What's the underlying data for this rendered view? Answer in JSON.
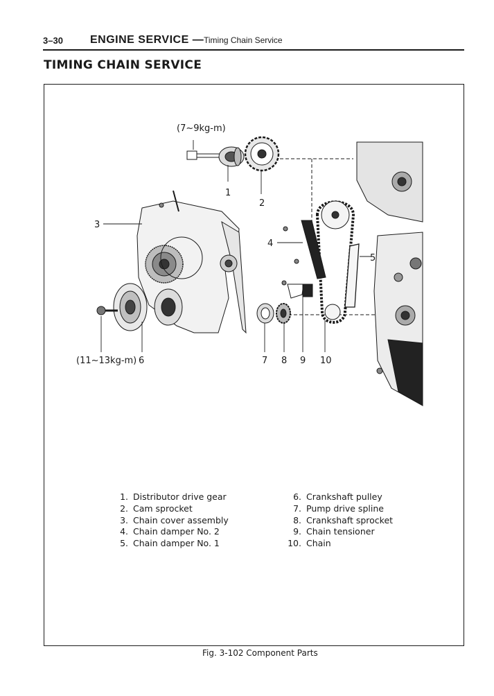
{
  "header": {
    "page_number": "3–30",
    "section": "ENGINE  SERVICE  —",
    "subsection": "Timing Chain Service"
  },
  "title": "TIMING CHAIN SERVICE",
  "figure": {
    "callouts": {
      "c1": "1",
      "c2": "2",
      "c3": "3",
      "c4": "4",
      "c5": "5",
      "c6": "6",
      "c7": "7",
      "c8": "8",
      "c9": "9",
      "c10": "10"
    },
    "torque_top": "(7~9kg-m)",
    "torque_bottom": "(11~13kg-m)",
    "caption": "Fig. 3-102  Component Parts"
  },
  "legend": {
    "left": [
      {
        "num": "1.",
        "text": "Distributor drive gear"
      },
      {
        "num": "2.",
        "text": "Cam sprocket"
      },
      {
        "num": "3.",
        "text": "Chain cover assembly"
      },
      {
        "num": "4.",
        "text": "Chain damper No. 2"
      },
      {
        "num": "5.",
        "text": "Chain damper No. 1"
      }
    ],
    "right": [
      {
        "num": "6.",
        "text": "Crankshaft pulley"
      },
      {
        "num": "7.",
        "text": "Pump drive spline"
      },
      {
        "num": "8.",
        "text": "Crankshaft sprocket"
      },
      {
        "num": "9.",
        "text": "Chain tensioner"
      },
      {
        "num": "10.",
        "text": "Chain"
      }
    ]
  }
}
